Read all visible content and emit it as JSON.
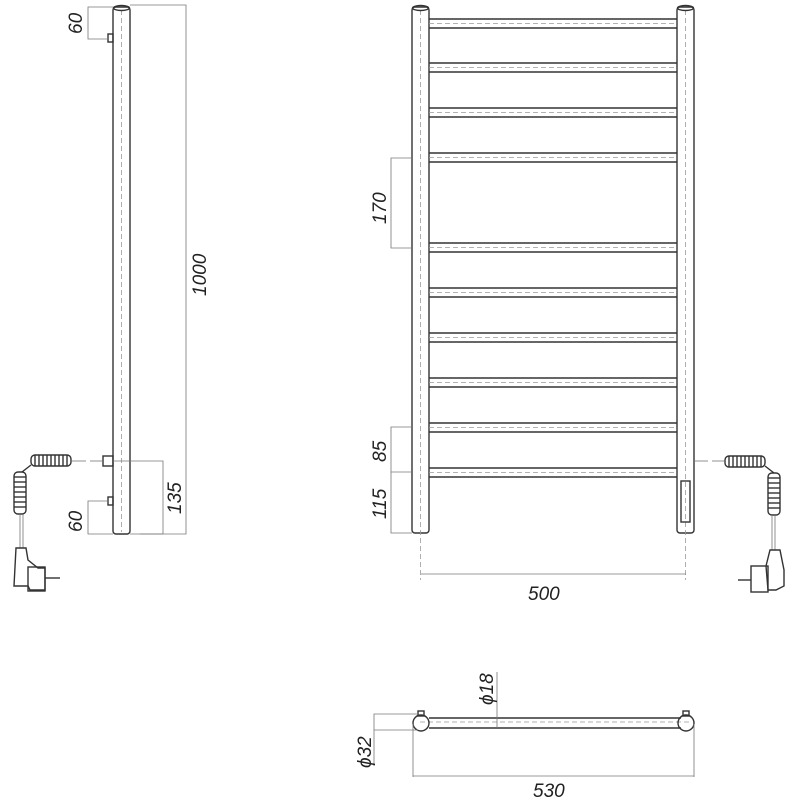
{
  "drawing": {
    "type": "technical-drawing",
    "subject": "electric ladder towel rail",
    "side_view": {
      "dimensions": {
        "top_bracket_offset": "60",
        "overall_height": "1000",
        "heater_box_height": "135",
        "bottom_bracket_offset": "60"
      }
    },
    "front_view": {
      "rung_count": 10,
      "dimensions": {
        "rung_spacing_large": "170",
        "rung_spacing_small": "85",
        "bottom_rung_height": "115",
        "axis_width": "500"
      }
    },
    "top_view": {
      "dimensions": {
        "rung_diameter": "ϕ18",
        "rail_diameter": "ϕ32",
        "overall_width": "530"
      }
    },
    "colors": {
      "line": "#333333",
      "dimension_line": "#777777",
      "background": "#ffffff"
    }
  }
}
